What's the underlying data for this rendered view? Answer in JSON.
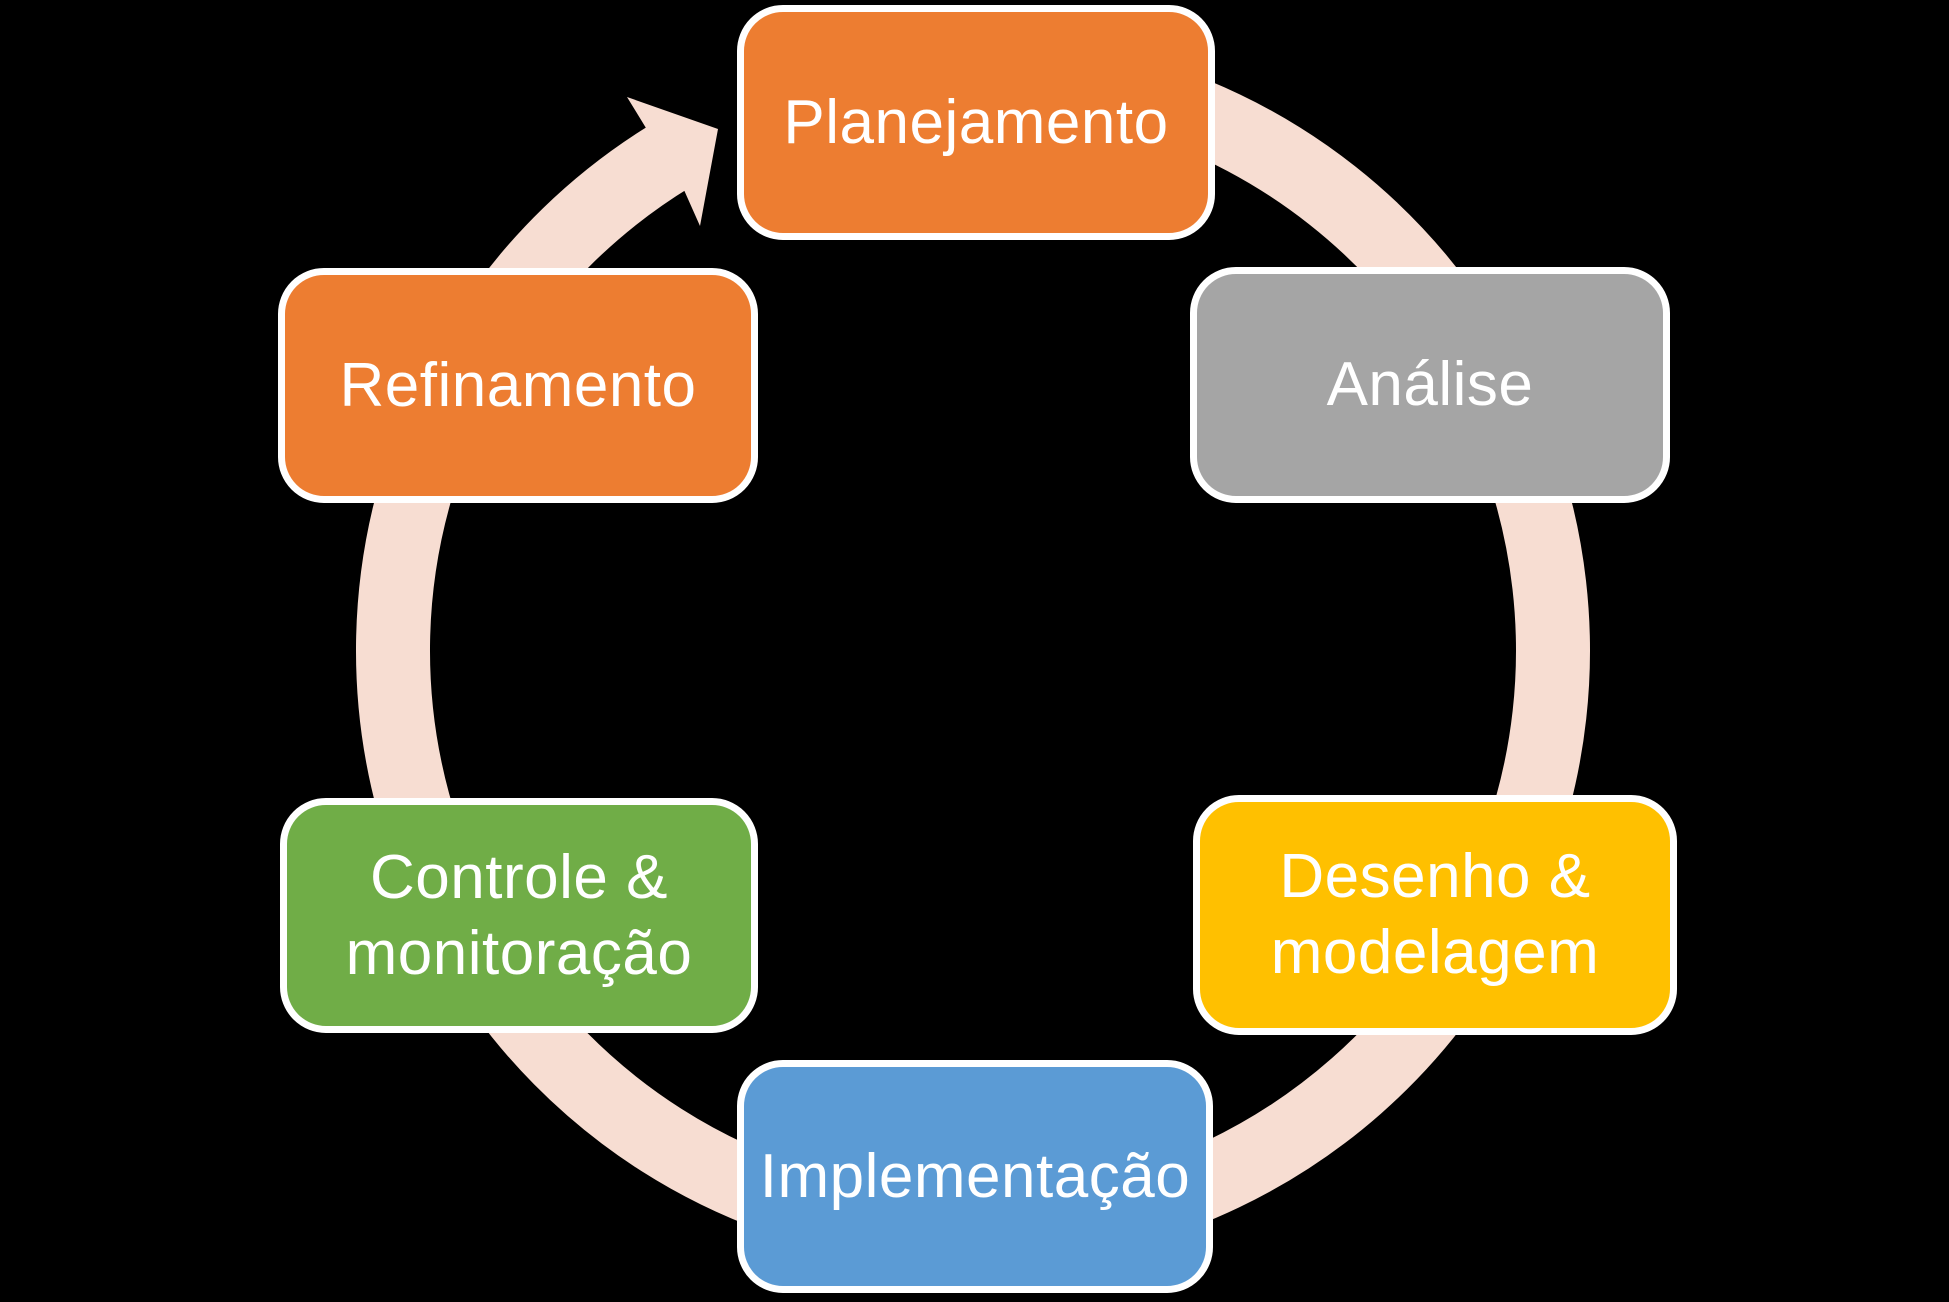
{
  "diagram": {
    "type": "cycle",
    "direction": "clockwise",
    "background_color": "#000000",
    "text_color": "#FFFFFF",
    "border_color": "#FFFFFF",
    "arrow": {
      "shape": "circular-arrow",
      "color": "#F7DDD2"
    },
    "nodes": [
      {
        "id": "planejamento",
        "label": "Planejamento",
        "color": "#ED7D31"
      },
      {
        "id": "analise",
        "label": "Análise",
        "color": "#A5A5A5"
      },
      {
        "id": "desenho-modelagem",
        "label": "Desenho &\nmodelagem",
        "color": "#FFC000"
      },
      {
        "id": "implementacao",
        "label": "Implementação",
        "color": "#5B9BD5"
      },
      {
        "id": "controle-monitoracao",
        "label": "Controle &\nmonitoração",
        "color": "#70AD47"
      },
      {
        "id": "refinamento",
        "label": "Refinamento",
        "color": "#ED7D31"
      }
    ]
  }
}
